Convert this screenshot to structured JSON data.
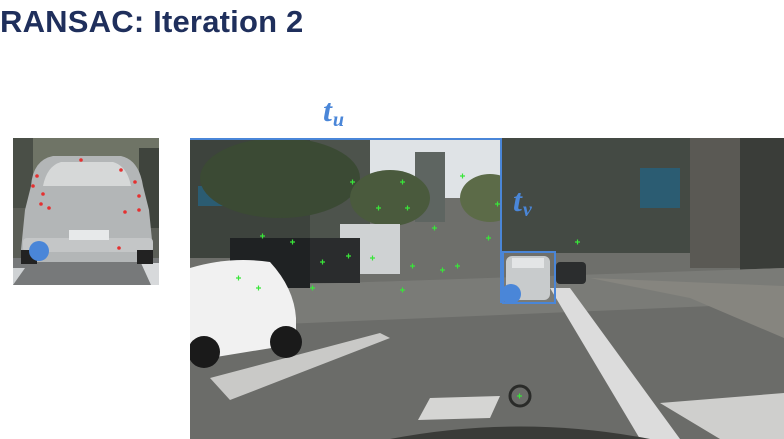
{
  "slide": {
    "title": "RANSAC: Iteration 2"
  },
  "labels": {
    "t_u_base": "t",
    "t_u_sub": "u",
    "t_v_base": "t",
    "t_v_sub": "v"
  },
  "colors": {
    "title": "#1f2f5c",
    "accent": "#4a86d8",
    "inlier_points": "#39e639",
    "thumb_points": "#e53030"
  }
}
